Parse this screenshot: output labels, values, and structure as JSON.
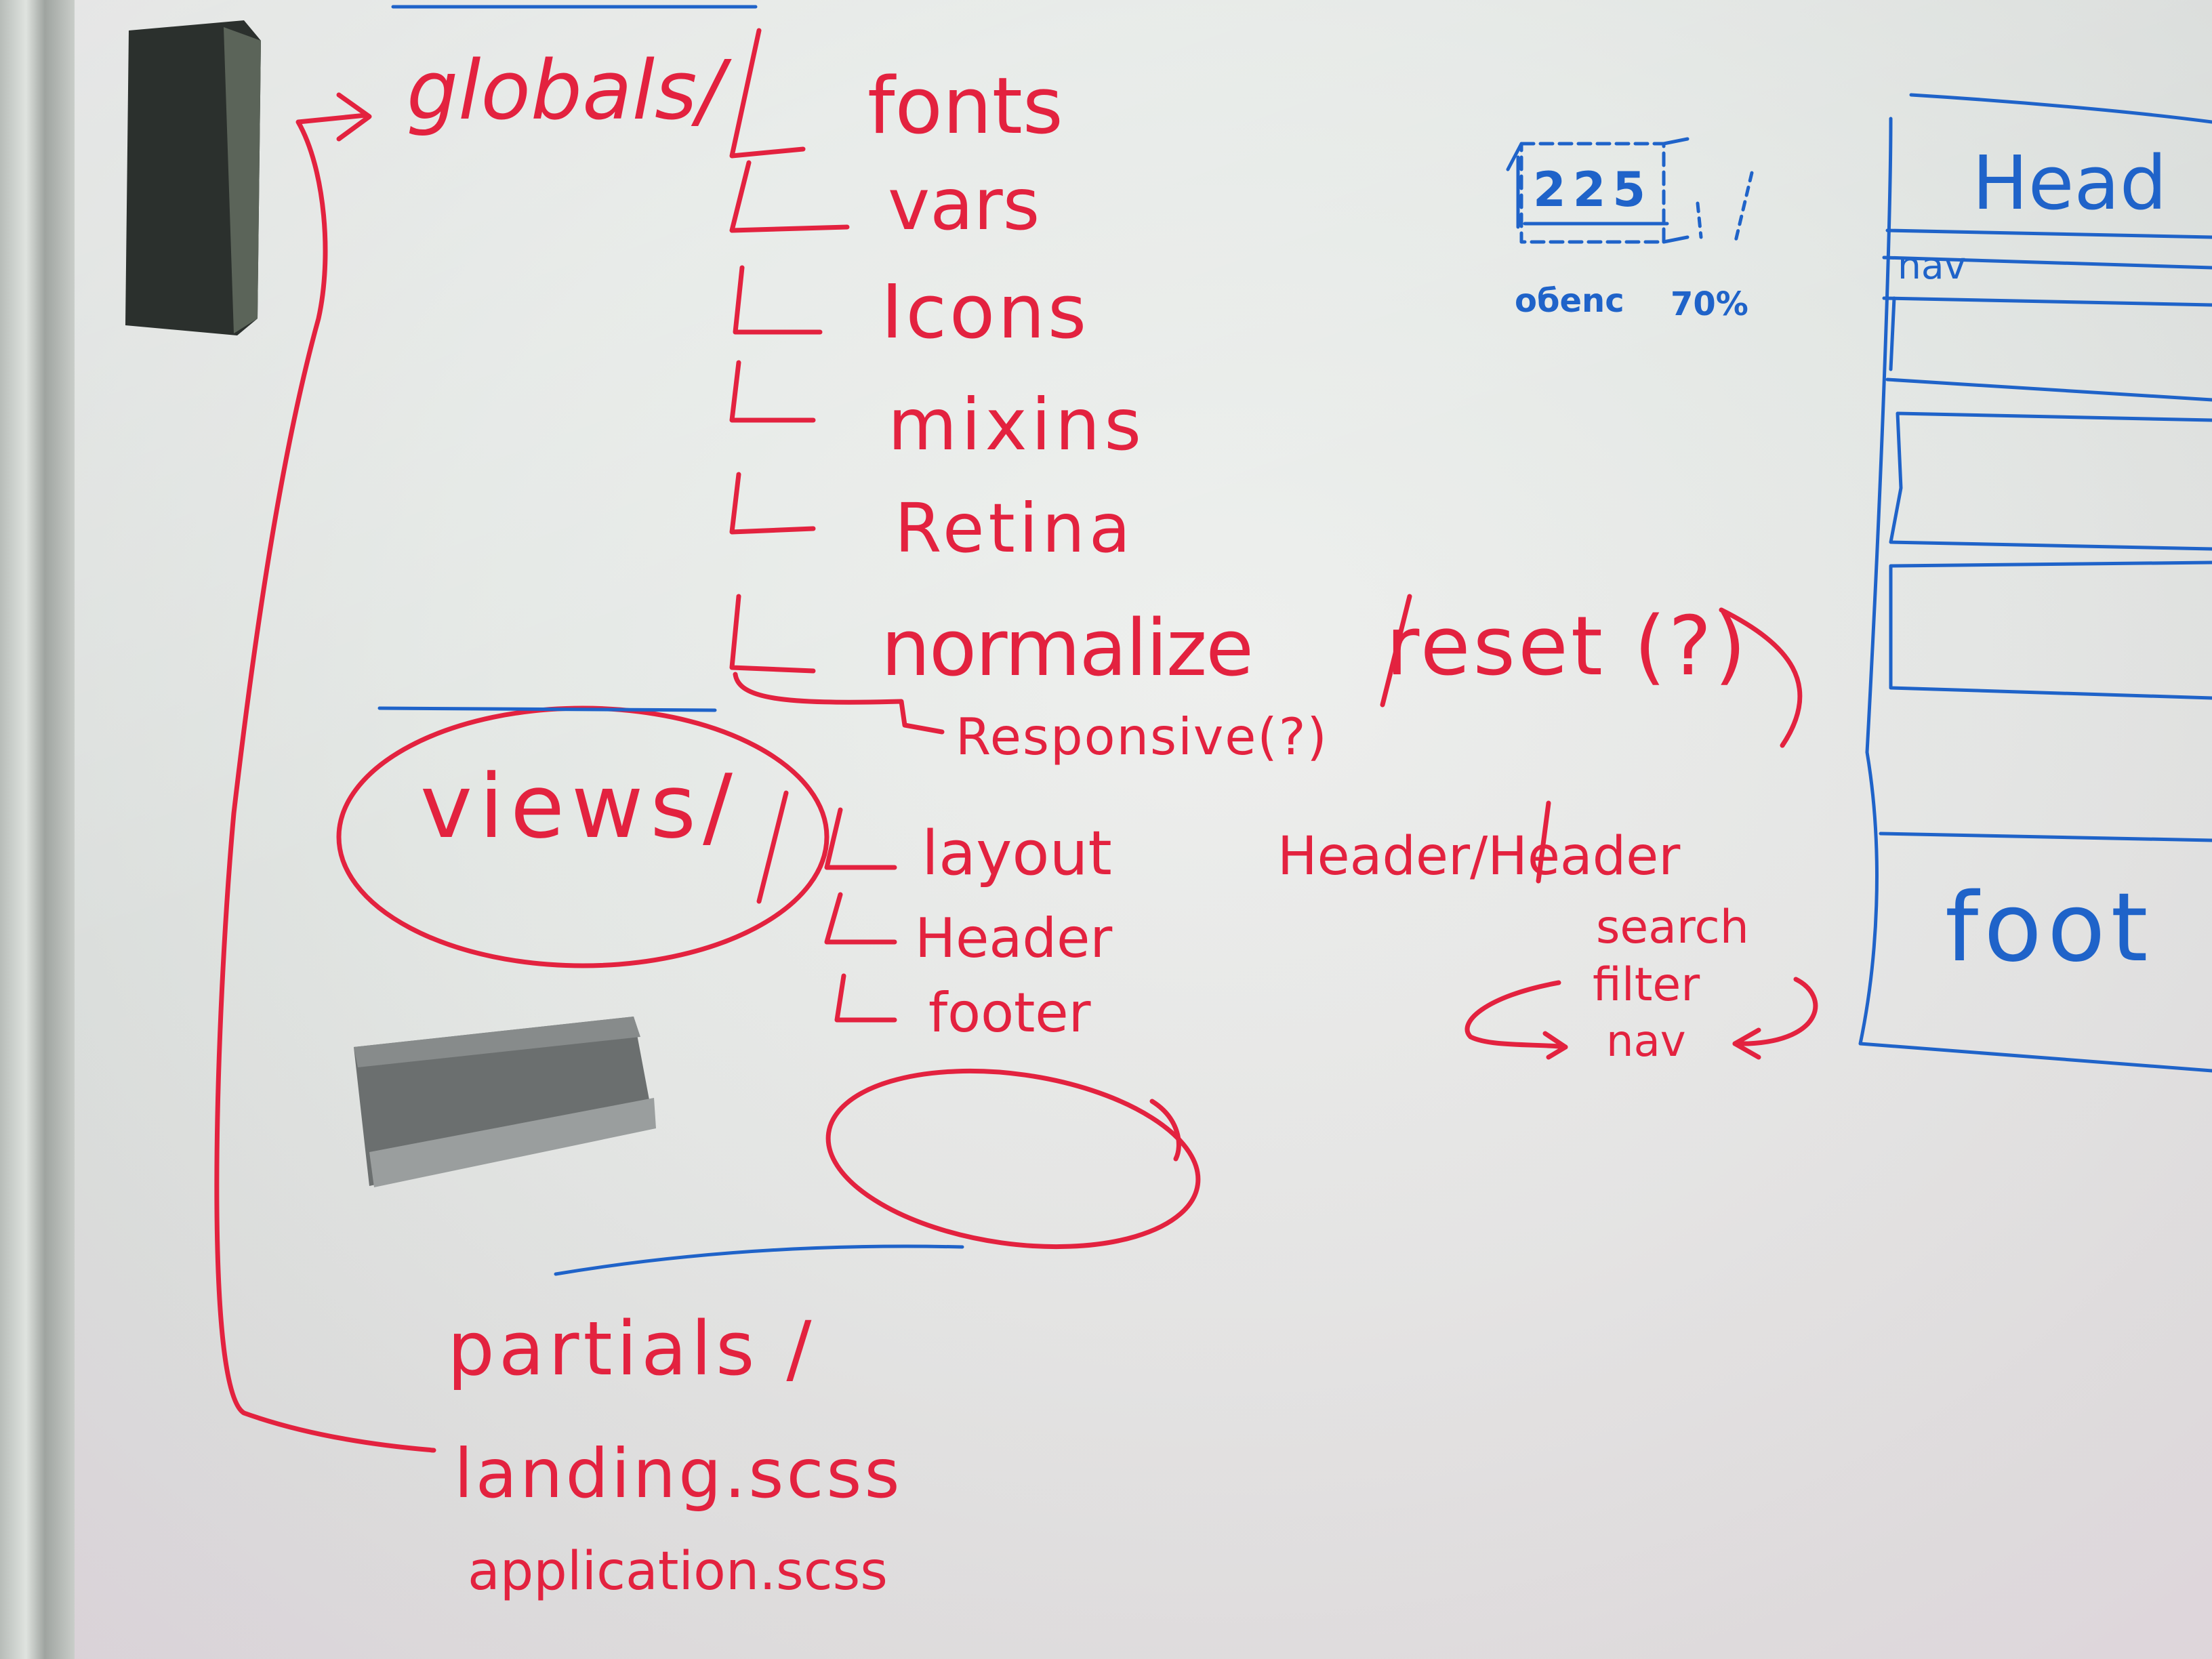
{
  "whiteboard": {
    "globals": {
      "label": "globals/",
      "items": [
        "fonts",
        "vars",
        "Icons",
        "mixins",
        "Retina",
        "normalize",
        "reset (?)",
        "Responsive(?)"
      ]
    },
    "views": {
      "label": "views/",
      "items": [
        "layout",
        "Header",
        "footer"
      ]
    },
    "partials": "partials /",
    "files": [
      "landing.scss",
      "application.scss"
    ],
    "header_note": {
      "title": "Header/Header",
      "items": [
        "search",
        "filter",
        "nav"
      ]
    },
    "sketch": {
      "box_value": "225",
      "caption": "oбenc",
      "percent": "70%",
      "head_label": "Head",
      "nav_label": "nav",
      "foot_label": "foot"
    }
  },
  "colors": {
    "red_marker": "#e3223f",
    "blue_marker": "#1f63c9"
  }
}
